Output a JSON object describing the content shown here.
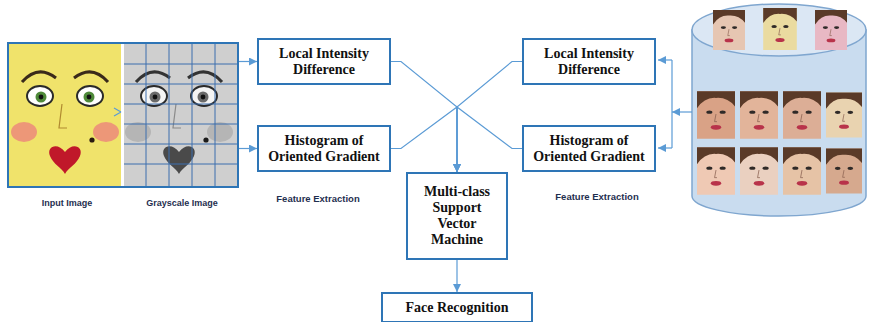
{
  "diagram": {
    "nodes": [
      {
        "text": [
          "Input Image",
          "Grayscale Image"
        ]
      },
      {
        "text": [
          "Local Intensity Difference"
        ]
      },
      {
        "text": [
          "Histogram of Oriented Gradient"
        ]
      },
      {
        "text": [
          "Multi-class Support Vector Machine"
        ]
      },
      {
        "text": [
          "Face Recognition"
        ]
      },
      {
        "text": [
          "Local Intensity Difference"
        ]
      },
      {
        "text": [
          "Histogram of Oriented Gradient"
        ]
      }
    ],
    "edges": [
      {
        "from": 0,
        "to": 1,
        "arrow": "to"
      },
      {
        "from": 0,
        "to": 2,
        "arrow": "to"
      },
      {
        "from": 1,
        "to": 3,
        "arrow": "to"
      },
      {
        "from": 2,
        "to": 3,
        "arrow": "to"
      },
      {
        "from": 5,
        "to": 3,
        "arrow": "to"
      },
      {
        "from": 6,
        "to": 3,
        "arrow": "to"
      },
      {
        "from": 3,
        "to": 4,
        "arrow": "to"
      }
    ],
    "labels": [
      "Feature Extraction",
      "Feature Extraction"
    ]
  }
}
